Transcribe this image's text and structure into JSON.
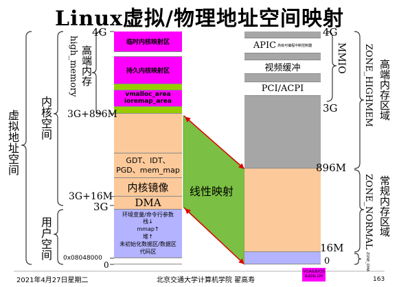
{
  "slide": {
    "title": "Linux虚拟/物理地址空间映射",
    "date": "2021年4月27日星期二",
    "footer": "北京交通大学计算机学院 翟高寿",
    "page_number": "163"
  },
  "left": {
    "virtual_space": "虚拟地址空间",
    "kernel_space": "内核空间",
    "high_memory_cn": "高端内存",
    "high_memory_en": "high_memory",
    "user_space": "用户空间",
    "addresses": {
      "a4G": "4G",
      "a3G896M": "3G+896M",
      "a3G16M": "3G+16M",
      "a3G": "3G",
      "a0x": "0x08048000",
      "a0": "0"
    },
    "blocks": {
      "temp_map": "临时内核映射区",
      "persist_map": "持久内核映射区",
      "vmalloc": "vmalloc_area",
      "ioremap": "ioremap_area",
      "kernel_items_1": "GDT、IDT、",
      "kernel_items_2": "PGD、mem_map",
      "kernel_image": "内核镜像",
      "dma": "DMA",
      "user_1": "环境变量/命令行参数",
      "user_2": "栈↓",
      "user_3": "mmap↑",
      "user_4": "堆↑",
      "user_5": "未初始化数据区/数据区",
      "user_6": "代码区"
    }
  },
  "middle": {
    "linear_map": "线性映射"
  },
  "right": {
    "addresses": {
      "a4G": "4G",
      "a3G": "3G",
      "a896M": "896M",
      "a16M": "16M",
      "a0": "0"
    },
    "blocks": {
      "apic": "APIC",
      "apic_sub": "高级可编程中断控制器",
      "video": "视频缓冲",
      "pci": "PCI/ACPI",
      "vga_1": "VGA&BIOS",
      "vga_2": "640K-1M"
    },
    "mmio": "MMIO",
    "zone_highmem": "ZONE_HIGHMEM",
    "zone_highmem_cn": "高端内存区域",
    "zone_normal": "ZONE_NORMAL",
    "zone_normal_cn": "常规内存区域",
    "zone_dma": "ZONE_DMA"
  },
  "colors": {
    "magenta": "#ff00ff",
    "green": "#99cc00",
    "peach": "#fcc99a",
    "lavender": "#b3b3ff",
    "arrow_red": "#e00000"
  }
}
